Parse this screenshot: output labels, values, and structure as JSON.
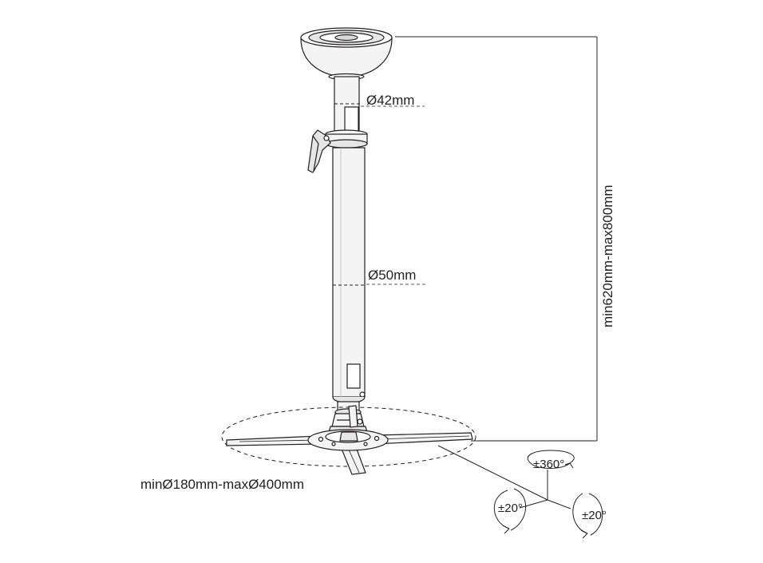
{
  "diagram": {
    "labels": {
      "upper_tube_diameter": "Ø42mm",
      "lower_tube_diameter": "Ø50mm",
      "height_range": "min620mm-max800mm",
      "bracket_span": "minØ180mm-maxØ400mm",
      "rotation": "±360°",
      "tilt_left": "±20°",
      "tilt_right": "±20°"
    },
    "colors": {
      "line": "#231f20",
      "fill_light": "#f4f4f4",
      "fill_mid": "#d9d9d9"
    }
  }
}
